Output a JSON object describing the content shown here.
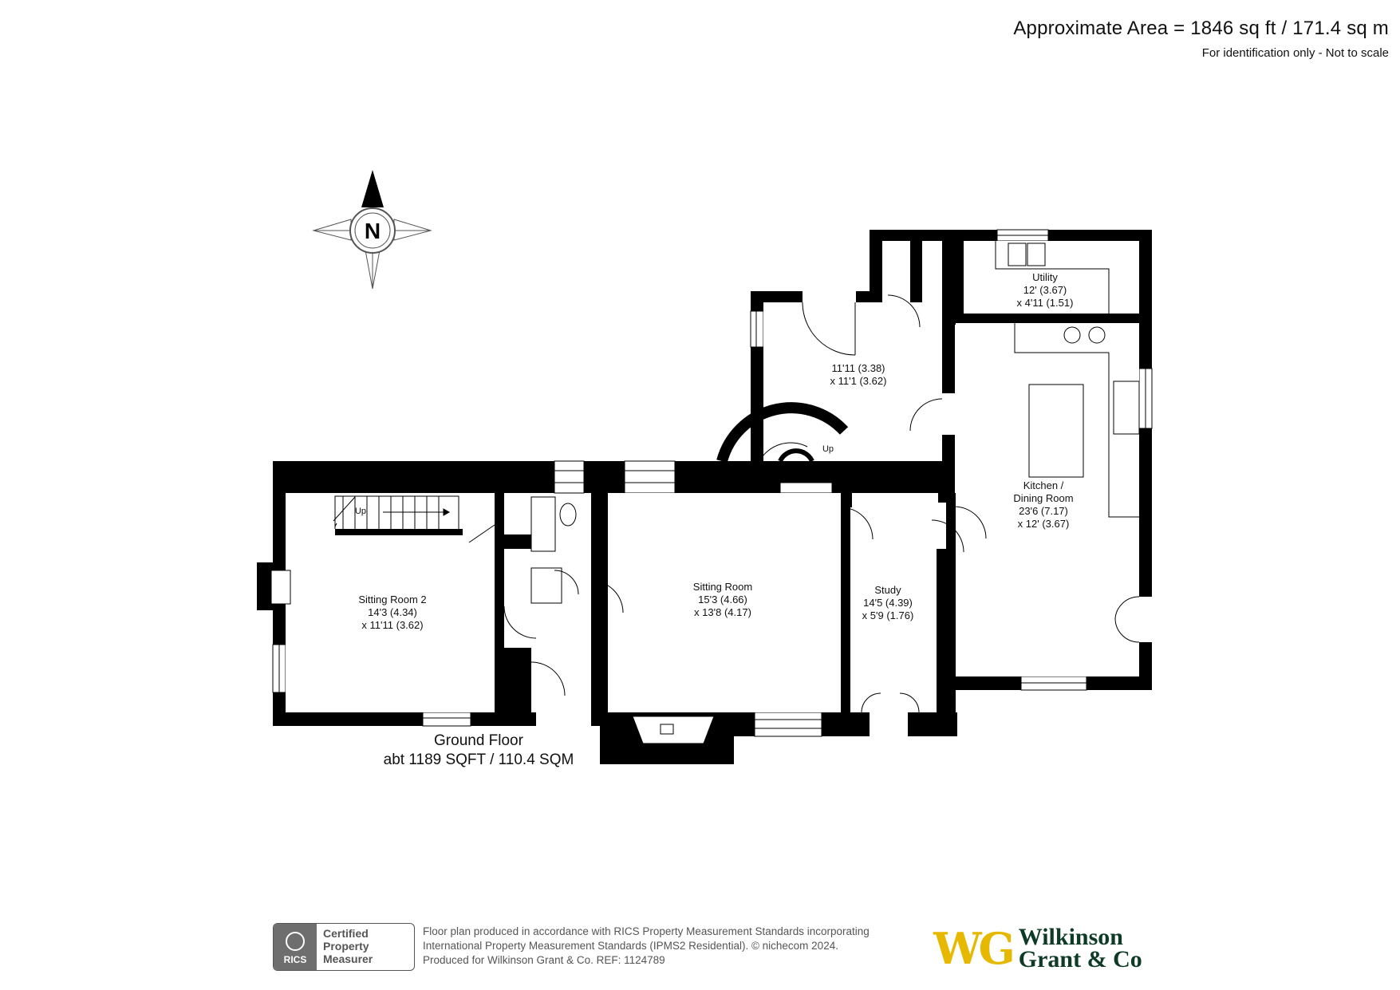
{
  "header": {
    "area": "Approximate Area = 1846 sq ft / 171.4 sq m",
    "note": "For identification only - Not to scale"
  },
  "compass": {
    "label": "N"
  },
  "rooms": {
    "utility": {
      "name": "Utility",
      "dim1": "12' (3.67)",
      "dim2": "x 4'11 (1.51)"
    },
    "hall": {
      "dim1": "11'11 (3.38)",
      "dim2": "x 11'1 (3.62)"
    },
    "kitchen": {
      "name1": "Kitchen /",
      "name2": "Dining Room",
      "dim1": "23'6 (7.17)",
      "dim2": "x 12' (3.67)"
    },
    "sitting2": {
      "name": "Sitting Room 2",
      "dim1": "14'3 (4.34)",
      "dim2": "x 11'11 (3.62)"
    },
    "sitting": {
      "name": "Sitting Room",
      "dim1": "15'3 (4.66)",
      "dim2": "x 13'8 (4.17)"
    },
    "study": {
      "name": "Study",
      "dim1": "14'5 (4.39)",
      "dim2": "x 5'9 (1.76)"
    }
  },
  "stairs": {
    "up_label_1": "Up",
    "up_label_2": "Up"
  },
  "floor": {
    "name": "Ground Floor",
    "area": "abt 1189 SQFT / 110.4 SQM"
  },
  "footer": {
    "rics_badge": "RICS",
    "certified_1": "Certified",
    "certified_2": "Property",
    "certified_3": "Measurer",
    "disclaimer_1": "Floor plan produced in accordance with RICS Property Measurement Standards incorporating",
    "disclaimer_2": "International Property Measurement Standards (IPMS2 Residential).   © nichecom 2024.",
    "disclaimer_3": "Produced for Wilkinson Grant & Co.   REF: 1124789",
    "logo_mark": "WG",
    "logo_name_1": "Wilkinson",
    "logo_name_2": "Grant & Co"
  },
  "colors": {
    "wall": "#000000",
    "logo_gold": "#e6b800",
    "logo_green": "#0e3b26"
  }
}
